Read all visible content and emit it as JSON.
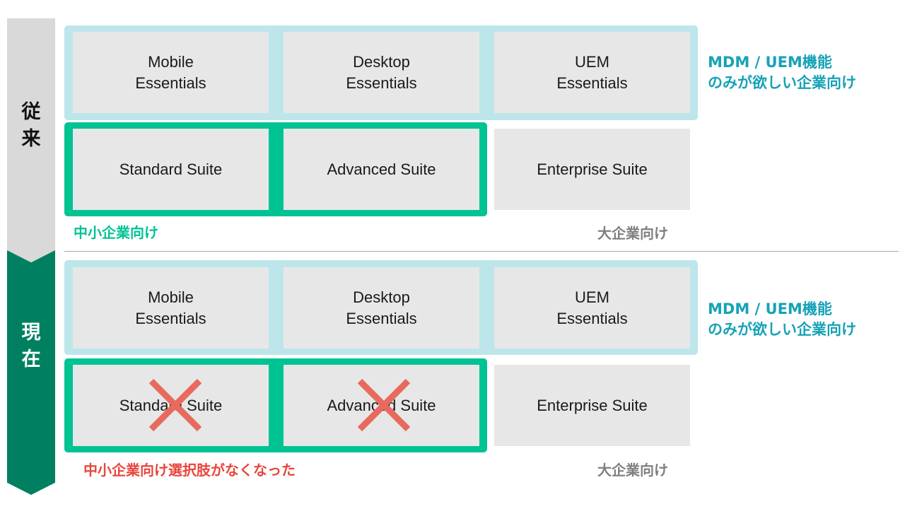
{
  "sections": {
    "before": {
      "label_chars": [
        "従",
        "来"
      ]
    },
    "now": {
      "label_chars": [
        "現",
        "在"
      ]
    }
  },
  "essentials": {
    "mobile": "Mobile\nEssentials",
    "desktop": "Desktop\nEssentials",
    "uem": "UEM\nEssentials"
  },
  "suites": {
    "standard": "Standard Suite",
    "advanced": "Advanced Suite",
    "enterprise": "Enterprise Suite"
  },
  "labels": {
    "mdm_uem": "MDM / UEM機能\nのみが欲しい企業向け",
    "smb": "中小企業向け",
    "enterprise": "大企業向け",
    "smb_removed": "中小企業向け選択肢がなくなった"
  },
  "colors": {
    "band_before": "#d9d9d9",
    "band_now": "#008060",
    "frame_blue": "#bde6ea",
    "frame_green": "#00c393",
    "box": "#e7e7e7",
    "mdm_text": "#17a2b6",
    "smb_text": "#00c393",
    "enterprise_text": "#7f7f7f",
    "removed_text": "#e8453c",
    "cross": "#e86a5f"
  },
  "marks": {
    "removed_icon": "cross-icon"
  }
}
